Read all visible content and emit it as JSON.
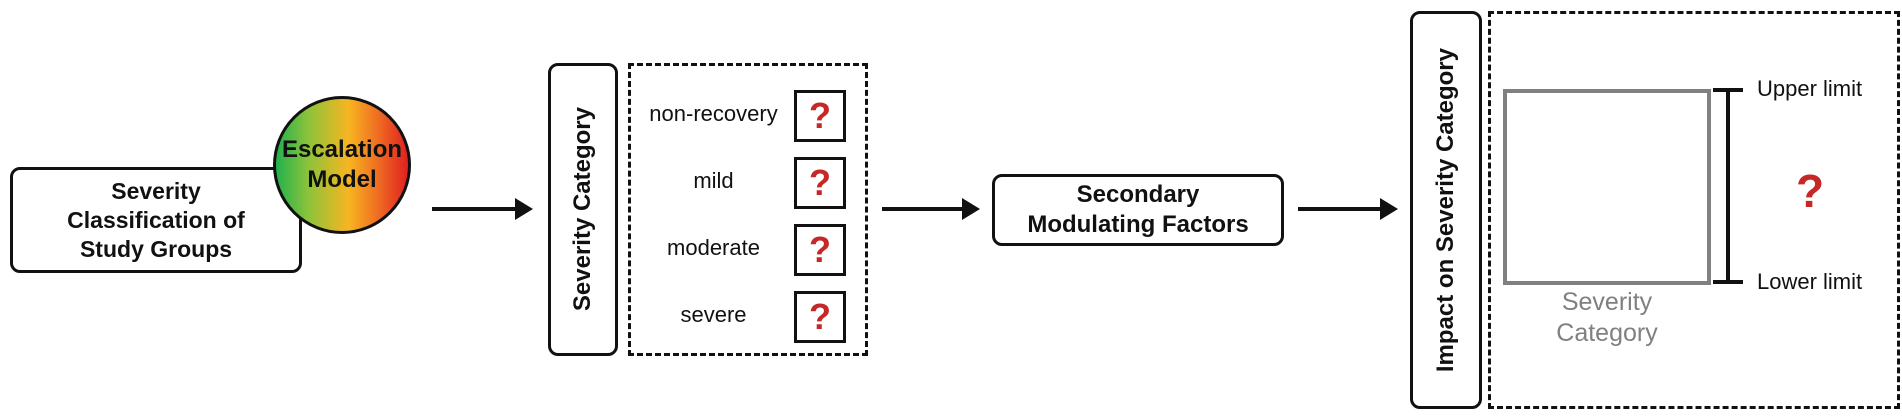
{
  "severity_classification": {
    "label_lines": [
      "Severity",
      "Classification of",
      "Study Groups"
    ]
  },
  "escalation_model": {
    "label_lines": [
      "Escalation",
      "Model"
    ],
    "gradient": [
      "#22b14c",
      "#f7b521",
      "#e02020"
    ]
  },
  "severity_category_panel": {
    "title": "Severity Category",
    "items": [
      {
        "label": "non-recovery",
        "mark": "?"
      },
      {
        "label": "mild",
        "mark": "?"
      },
      {
        "label": "moderate",
        "mark": "?"
      },
      {
        "label": "severe",
        "mark": "?"
      }
    ]
  },
  "secondary_factors": {
    "label_lines": [
      "Secondary",
      "Modulating Factors"
    ]
  },
  "impact_panel": {
    "title": "Impact on Severity Category",
    "box_label_lines": [
      "Severity",
      "Category"
    ],
    "upper_label": "Upper limit",
    "lower_label": "Lower limit",
    "mark": "?"
  },
  "colors": {
    "question": "#c62828",
    "gray_box": "#808080"
  }
}
